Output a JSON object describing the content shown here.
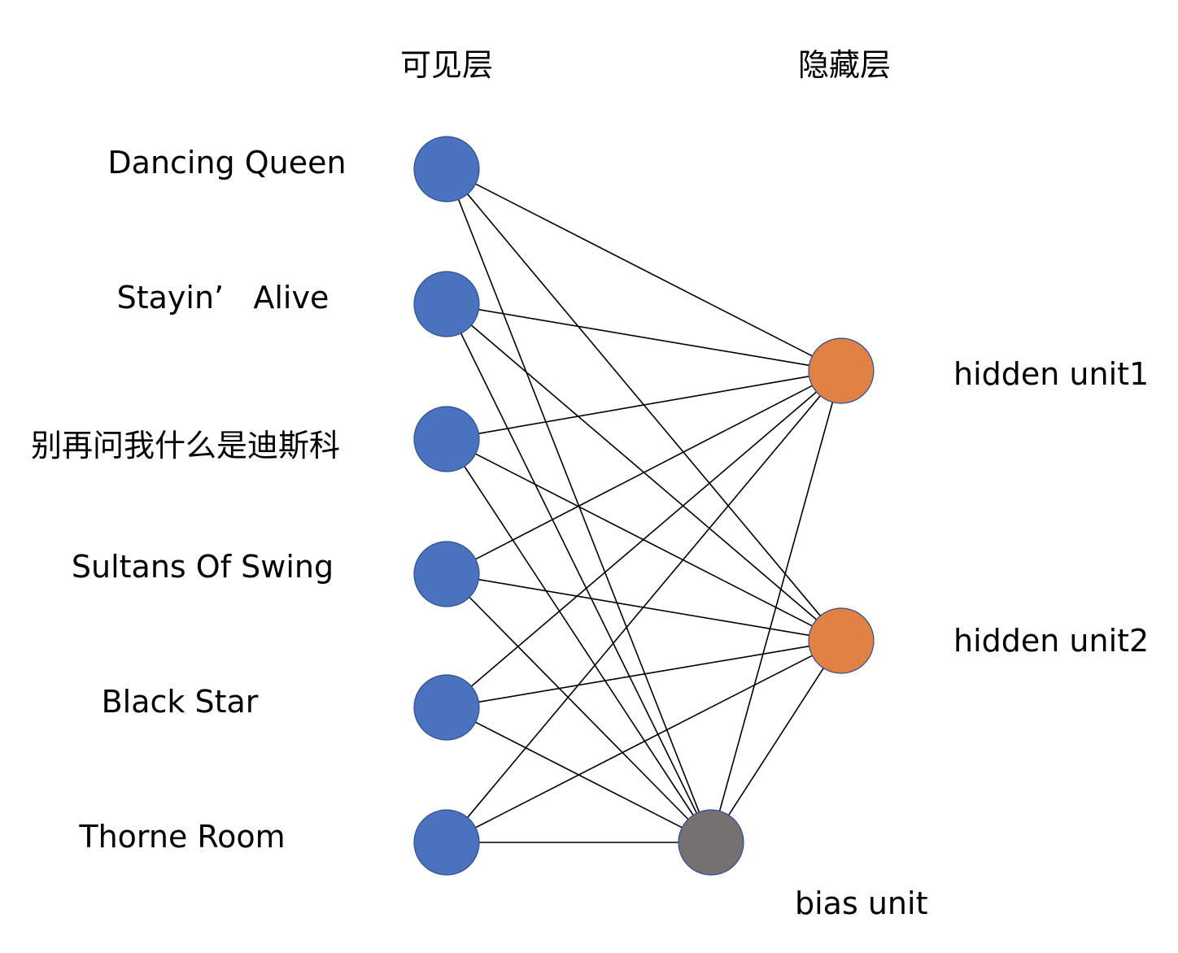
{
  "headers": {
    "visible_layer": "可见层",
    "hidden_layer": "隐藏层"
  },
  "visible_units": [
    {
      "label": "Dancing Queen"
    },
    {
      "label": "Stayin’   Alive"
    },
    {
      "label": "别再问我什么是迪斯科"
    },
    {
      "label": "Sultans Of Swing"
    },
    {
      "label": "Black Star"
    },
    {
      "label": "Thorne Room"
    }
  ],
  "hidden_units": [
    {
      "label": "hidden unit1"
    },
    {
      "label": "hidden unit2"
    }
  ],
  "bias_unit": {
    "label": "bias unit"
  },
  "colors": {
    "visible_node": "#4a72be",
    "hidden_node": "#df8244",
    "bias_node": "#767171",
    "edge": "#000000"
  }
}
